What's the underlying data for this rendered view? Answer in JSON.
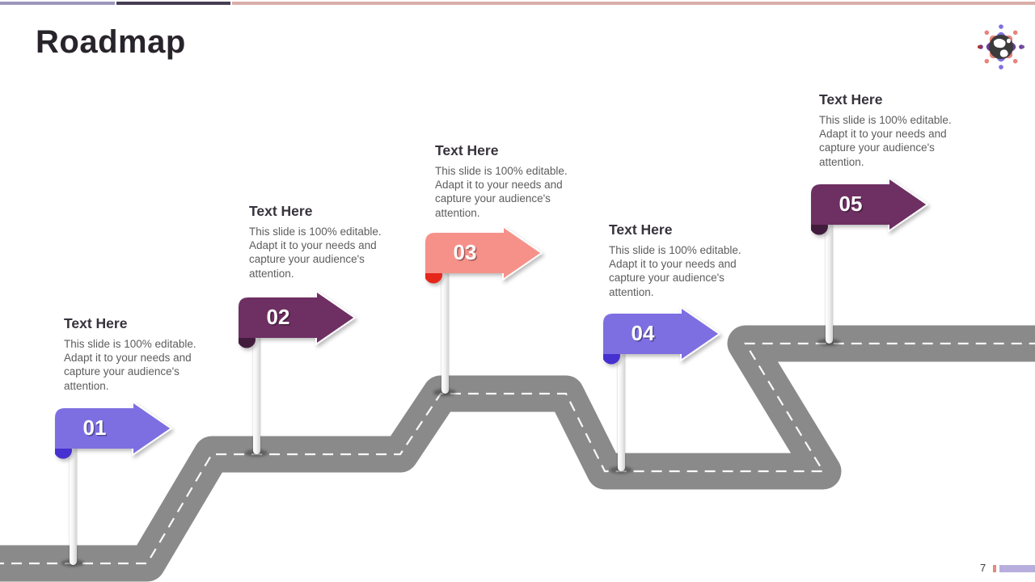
{
  "slide": {
    "title": "Roadmap",
    "page_number": "7"
  },
  "top_bars": {
    "segment1_color": "#9c96bc",
    "segment2_color": "#463d52",
    "segment3_color": "#d9aeaa"
  },
  "road": {
    "color": "#8a8a8a",
    "dash_color": "#ffffff"
  },
  "milestones": [
    {
      "number": "01",
      "title": "Text Here",
      "description": "This slide is 100% editable. Adapt it to your needs and capture your audience's attention.",
      "color": "#7d6fe2",
      "fold_color": "#4630cf"
    },
    {
      "number": "02",
      "title": "Text Here",
      "description": "This slide is 100% editable. Adapt it to your needs and capture your audience's attention.",
      "color": "#6e2f63",
      "fold_color": "#421c3c"
    },
    {
      "number": "03",
      "title": "Text Here",
      "description": "This slide is 100% editable. Adapt it to your needs and capture your audience's attention.",
      "color": "#f6918a",
      "fold_color": "#e5261b"
    },
    {
      "number": "04",
      "title": "Text Here",
      "description": "This slide is 100% editable. Adapt it to your needs and capture your audience's attention.",
      "color": "#7d6fe2",
      "fold_color": "#4630cf"
    },
    {
      "number": "05",
      "title": "Text Here",
      "description": "This slide is 100% editable. Adapt it to your needs and capture your audience's attention.",
      "color": "#6e2f63",
      "fold_color": "#421c3c"
    }
  ],
  "logo": {
    "name": "people-around-globe-logo",
    "globe_color": "#3b3b3b",
    "person_colors": [
      "#7c6fe0",
      "#e8847b",
      "#6a3f97",
      "#e8847b",
      "#7c6fe0",
      "#e8847b",
      "#6a3f97",
      "#e8847b"
    ],
    "left_dot_color": "#b03030",
    "right_dot_color": "#7a4fa3"
  },
  "footer": {
    "tick_color": "#e08a80",
    "bar_color": "#b7aede"
  }
}
